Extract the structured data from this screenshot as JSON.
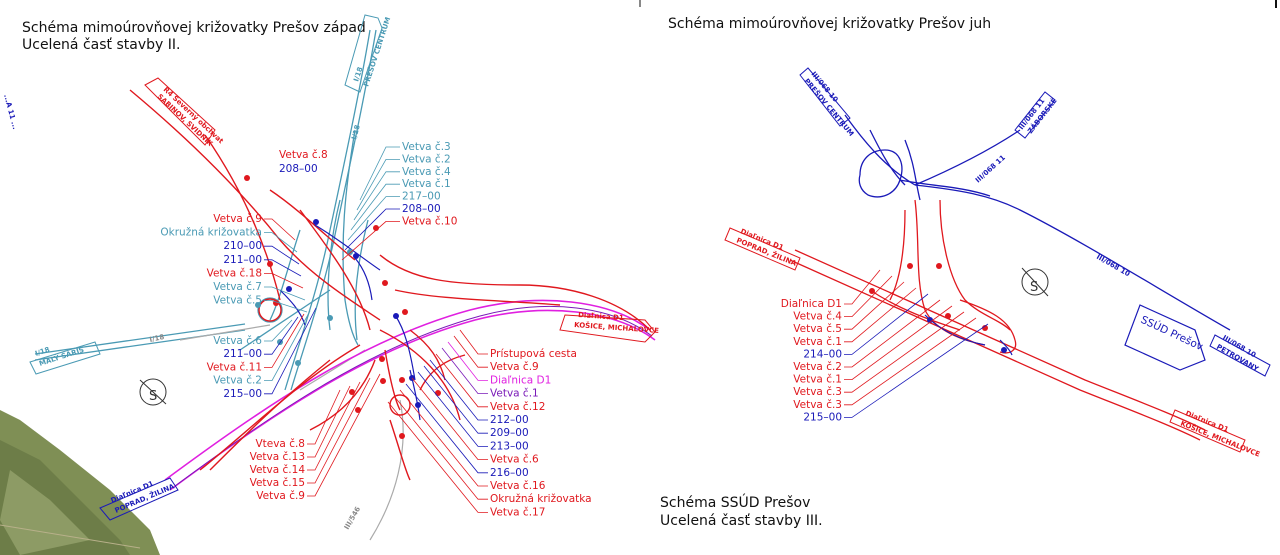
{
  "titles": {
    "west_line1": "Schéma mimoúrovňovej križovatky Prešov západ",
    "west_line2": "Ucelená časť stavby II.",
    "south": "Schéma mimoúrovňovej križovatky Prešov juh",
    "ssud_line1": "Schéma SSÚD Prešov",
    "ssud_line2": "Ucelená časť stavby III."
  },
  "colors": {
    "red": "#e0181e",
    "blue": "#1a1ab8",
    "cyan": "#4a9ab4",
    "magenta": "#e020e0",
    "purple": "#7a1ab8",
    "gray": "#999999"
  },
  "west": {
    "road_signs": {
      "i18_north_a": "I/18",
      "i18_north_b": "PREŠOV CENTRUM",
      "r4_a": "R4 Severný obchvat",
      "r4_b": "SABINOV, SVIDNÍK",
      "d1_east_a": "Diaľnica D1",
      "d1_east_b": "KOŠICE, MICHALOVCE",
      "d1_west_a": "Diaľnica D1",
      "d1_west_b": "POPRAD, ŽILINA",
      "i18_west_a": "I/18",
      "i18_west_b": "MALÝ ŠARIŠ",
      "i18_mid": "I/18",
      "i18_top_mid": "I/18",
      "iii_546": "III/546"
    },
    "top_mid_labels": {
      "vetva8": "Vetva č.8",
      "n208": "208–00"
    },
    "right_top_labels": [
      {
        "text": "Vetva č.3",
        "c": "cyan"
      },
      {
        "text": "Vetva č.2",
        "c": "cyan"
      },
      {
        "text": "Vetva č.4",
        "c": "cyan"
      },
      {
        "text": "Vetva č.1",
        "c": "cyan"
      },
      {
        "text": "217–00",
        "c": "cyan"
      },
      {
        "text": "208–00",
        "c": "blue"
      },
      {
        "text": "Vetva č.10",
        "c": "red"
      }
    ],
    "left_labels": [
      {
        "text": "Vetva č.9",
        "c": "red"
      },
      {
        "text": "Okružná križovatka",
        "c": "cyan"
      },
      {
        "text": "210–00",
        "c": "blue"
      },
      {
        "text": "211–00",
        "c": "blue"
      },
      {
        "text": "Vetva č.18",
        "c": "red"
      },
      {
        "text": "Vetva č.7",
        "c": "cyan"
      },
      {
        "text": "Vetva č.5",
        "c": "cyan"
      }
    ],
    "left_low_labels": [
      {
        "text": "Vetva č.6",
        "c": "cyan"
      },
      {
        "text": "211–00",
        "c": "blue"
      },
      {
        "text": "Vetva č.11",
        "c": "red"
      },
      {
        "text": "Vetva č.2",
        "c": "cyan"
      },
      {
        "text": "215–00",
        "c": "blue"
      }
    ],
    "bottom_labels": [
      {
        "text": "Vteva č.8",
        "c": "red"
      },
      {
        "text": "Vetva č.13",
        "c": "red"
      },
      {
        "text": "Vetva č.14",
        "c": "red"
      },
      {
        "text": "Vetva č.15",
        "c": "red"
      },
      {
        "text": "Vetva č.9",
        "c": "red"
      }
    ],
    "right_low_labels": [
      {
        "text": "Prístupová cesta",
        "c": "red"
      },
      {
        "text": "Vetva č.9",
        "c": "red"
      },
      {
        "text": "Diaľnica D1",
        "c": "magenta"
      },
      {
        "text": "Vetva č.1",
        "c": "purple"
      },
      {
        "text": "Vetva č.12",
        "c": "red"
      },
      {
        "text": "212–00",
        "c": "blue"
      },
      {
        "text": "209–00",
        "c": "blue"
      },
      {
        "text": "213–00",
        "c": "blue"
      },
      {
        "text": "Vetva č.6",
        "c": "red"
      },
      {
        "text": "216–00",
        "c": "blue"
      },
      {
        "text": "Vetva č.16",
        "c": "red"
      },
      {
        "text": "Okružná križovatka",
        "c": "red"
      },
      {
        "text": "Vetva č.17",
        "c": "red"
      }
    ],
    "left_edge_fragment": "...A 11 ..."
  },
  "south": {
    "road_signs": {
      "iii068_nw_a": "III/068 10",
      "iii068_nw_b": "PREŠOV CENTRUM",
      "iii068_ne_a": "III/068 11",
      "iii068_ne_b": "ZÁBORSKÉ",
      "iii068_11": "III/068 11",
      "iii068_10": "III/068 10",
      "iii068_se_a": "III/068 10",
      "iii068_se_b": "PETROVANY",
      "d1_west_a": "Diaľnica D1",
      "d1_west_b": "POPRAD, ŽILINA",
      "d1_east_a": "Diaľnica D1",
      "d1_east_b": "KOŠICE, MICHALOVCE",
      "ssud": "SSÚD Prešov"
    },
    "labels": [
      {
        "text": "Diaľnica D1",
        "c": "red"
      },
      {
        "text": "Vetva č.4",
        "c": "red"
      },
      {
        "text": "Vetva č.5",
        "c": "red"
      },
      {
        "text": "Vetva č.1",
        "c": "red"
      },
      {
        "text": "214–00",
        "c": "blue"
      },
      {
        "text": "Vetva č.2",
        "c": "red"
      },
      {
        "text": "Vetva č.1",
        "c": "red"
      },
      {
        "text": "Vetva č.3",
        "c": "red"
      },
      {
        "text": "Vetva č.3",
        "c": "red"
      },
      {
        "text": "215–00",
        "c": "blue"
      }
    ]
  }
}
